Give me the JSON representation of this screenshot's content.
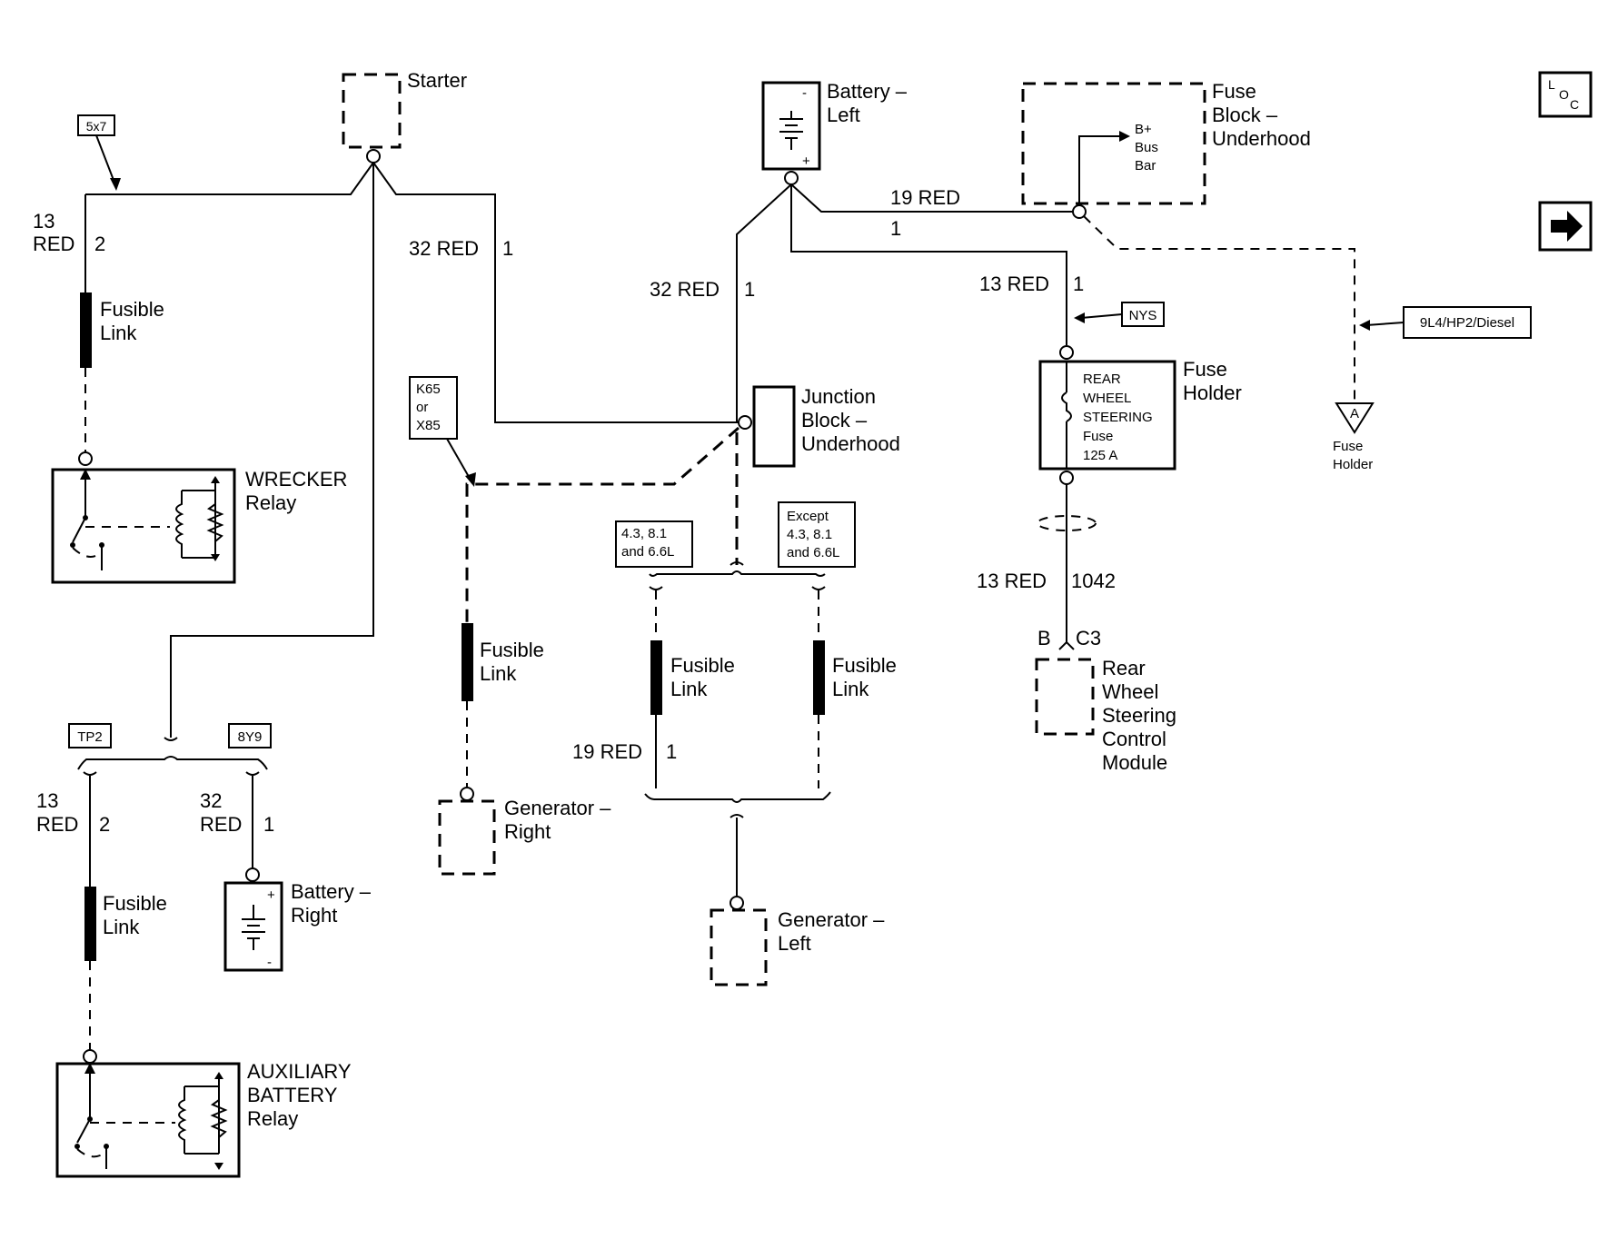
{
  "components": {
    "starter": "Starter",
    "battery_left": [
      "Battery –",
      "Left"
    ],
    "battery_right": [
      "Battery –",
      "Right"
    ],
    "fuse_block": [
      "Fuse",
      "Block –",
      "Underhood"
    ],
    "bus_bar": [
      "B+",
      "Bus",
      "Bar"
    ],
    "junction_block": [
      "Junction",
      "Block –",
      "Underhood"
    ],
    "fuse_holder": [
      "Fuse",
      "Holder"
    ],
    "fuse_holder_inner": [
      "REAR",
      "WHEEL",
      "STEERING",
      "Fuse",
      "125 A"
    ],
    "fuse_holder_ref": [
      "Fuse",
      "Holder"
    ],
    "ref_letter": "A",
    "wrecker_relay": [
      "WRECKER",
      "Relay"
    ],
    "aux_relay": [
      "AUXILIARY",
      "BATTERY",
      "Relay"
    ],
    "generator_right": [
      "Generator –",
      "Right"
    ],
    "generator_left": [
      "Generator –",
      "Left"
    ],
    "rws_module": [
      "Rear",
      "Wheel",
      "Steering",
      "Control",
      "Module"
    ],
    "fusible_link": [
      "Fusible",
      "Link"
    ]
  },
  "options": {
    "5x7": "5x7",
    "k65": [
      "K65",
      "or",
      "X85"
    ],
    "nys": "NYS",
    "diesel": "9L4/HP2/Diesel",
    "gas_engines": [
      "4.3, 8.1",
      "and 6.6L"
    ],
    "except_engines": [
      "Except",
      "4.3, 8.1",
      "and 6.6L"
    ],
    "tp2": "TP2",
    "8y9": "8Y9"
  },
  "wires": {
    "w13_red_2_top": [
      "13",
      "RED",
      "2"
    ],
    "w32_red_1_starter": [
      "32 RED",
      "1"
    ],
    "w32_red_1_batt": [
      "32 RED",
      "1"
    ],
    "w19_red_1": [
      "19 RED",
      "1"
    ],
    "w13_red_1": [
      "13 RED",
      "1"
    ],
    "w13_red_1042": [
      "13 RED",
      "1042"
    ],
    "connector": [
      "B",
      "C3"
    ],
    "w19_red_1_bottom": [
      "19 RED",
      "1"
    ],
    "w13_red_2_bottom": [
      "13",
      "RED",
      "2"
    ],
    "w32_red_1_bottom": [
      "32",
      "RED",
      "1"
    ]
  },
  "icons": {
    "loc": [
      "L",
      "O",
      "C"
    ],
    "next": "arrow-right-icon"
  },
  "colors": {
    "line": "#000000",
    "background": "#ffffff"
  }
}
